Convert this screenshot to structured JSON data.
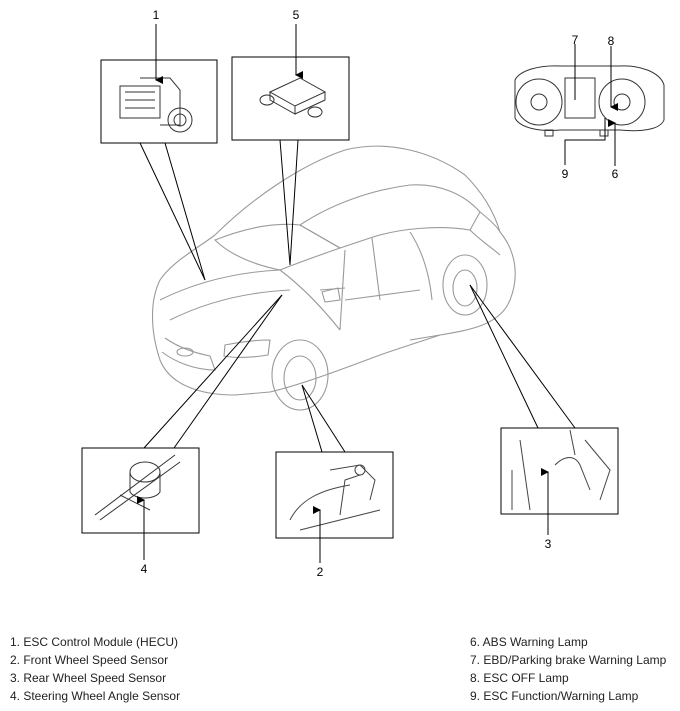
{
  "callouts": {
    "c1": "1",
    "c2": "2",
    "c3": "3",
    "c4": "4",
    "c5": "5",
    "c6": "6",
    "c7": "7",
    "c8": "8",
    "c9": "9"
  },
  "legend": {
    "left": [
      "1. ESC Control Module (HECU)",
      "2. Front Wheel Speed Sensor",
      "3. Rear Wheel Speed Sensor",
      "4. Steering Wheel Angle Sensor"
    ],
    "right": [
      "6. ABS Warning Lamp",
      "7. EBD/Parking brake Warning Lamp",
      "8. ESC OFF Lamp",
      "9. ESC Function/Warning Lamp"
    ]
  }
}
